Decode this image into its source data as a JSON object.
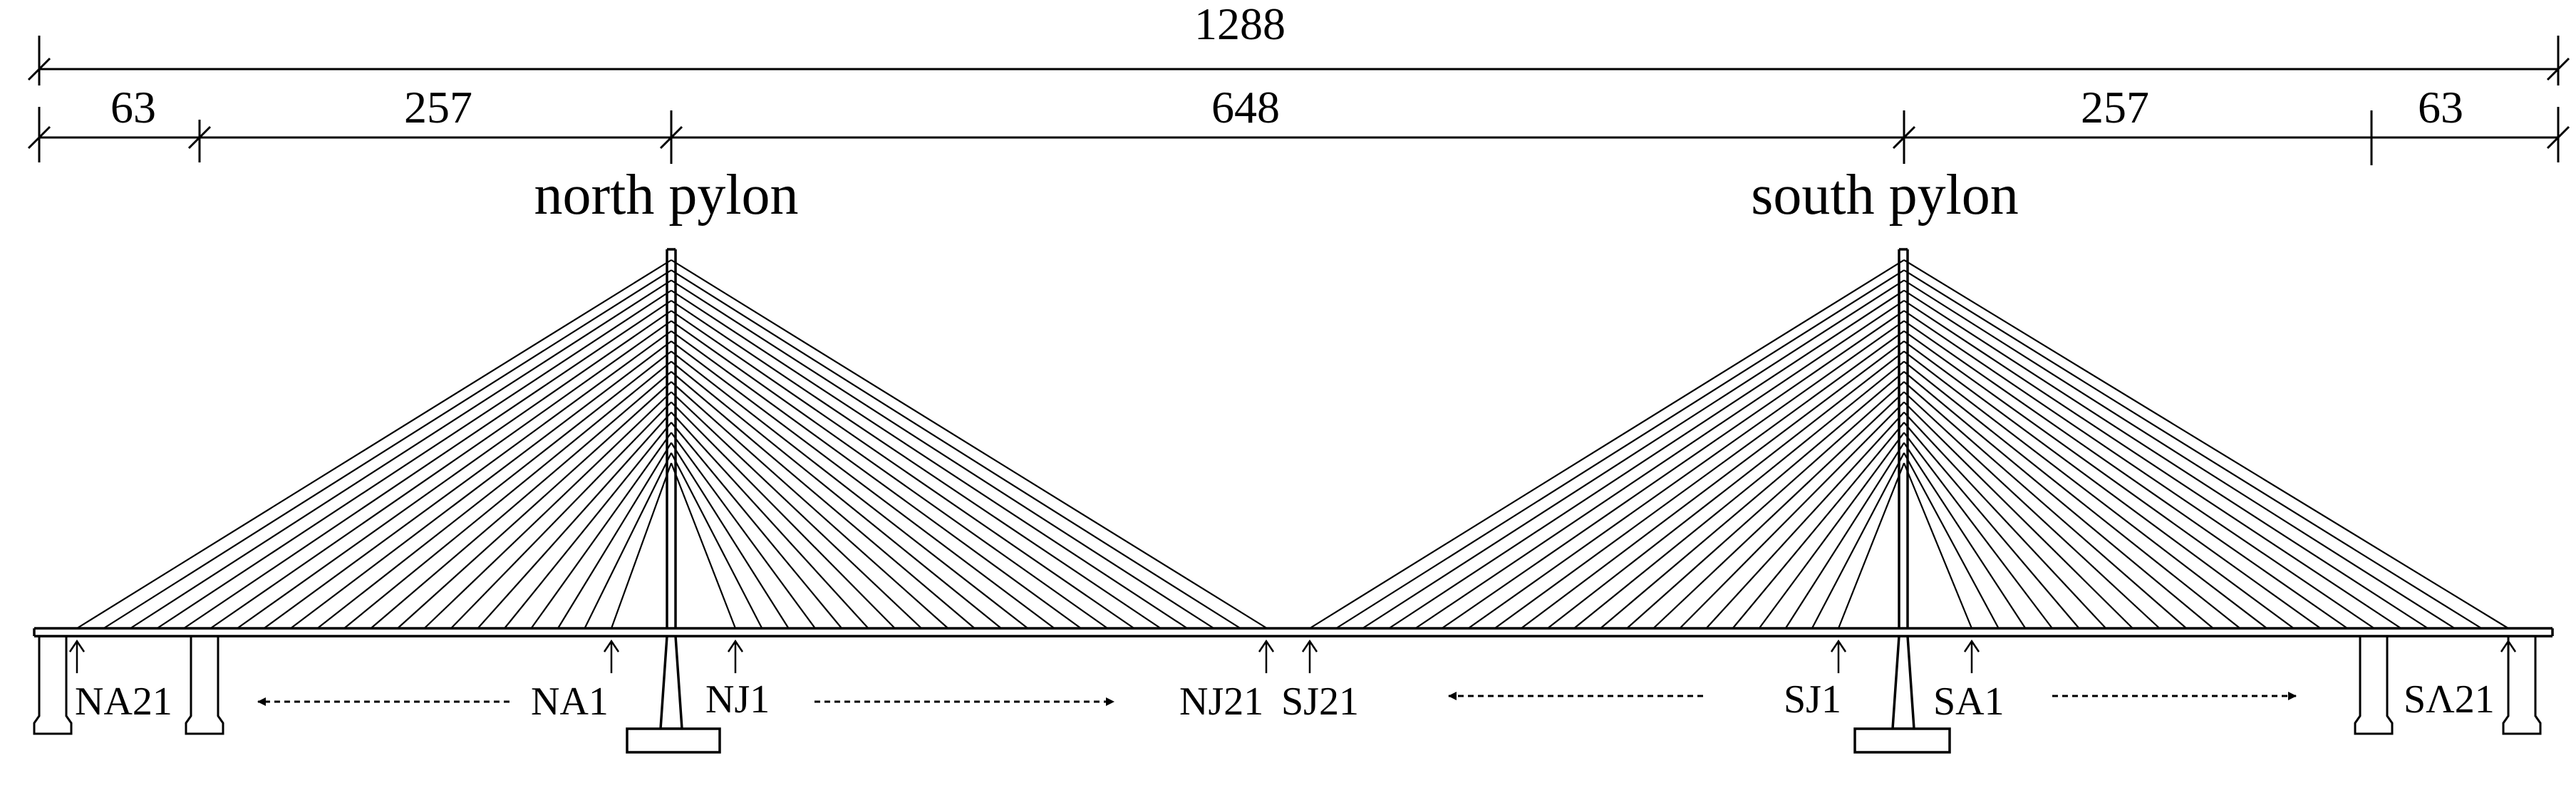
{
  "dimensions": {
    "total": "1288",
    "spans": [
      "63",
      "257",
      "648",
      "257",
      "63"
    ]
  },
  "pylons": {
    "north_label": "north pylon",
    "south_label": "south pylon"
  },
  "cable_labels": {
    "na21": "NA21",
    "na1": "NA1",
    "nj1": "NJ1",
    "nj21": "NJ21",
    "sj21": "SJ21",
    "sj1": "SJ1",
    "sa1": "SA1",
    "sa21": "SΛ21"
  },
  "cables_per_side": 21
}
